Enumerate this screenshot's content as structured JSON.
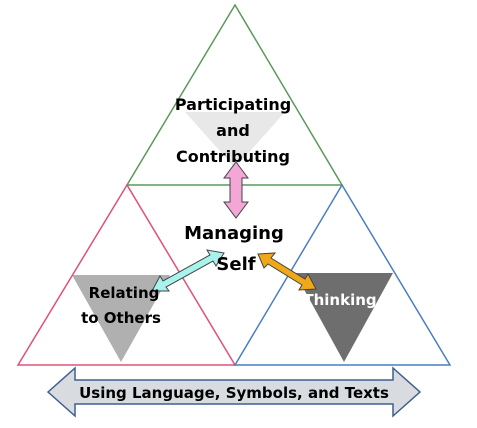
{
  "labels": {
    "top": [
      "Participating",
      "and",
      "Contributing"
    ],
    "center": [
      "Managing",
      "Self"
    ],
    "left": [
      "Relating",
      "to Others"
    ],
    "right": "Thinking",
    "bottom": "Using Language, Symbols, and Texts"
  },
  "colors": {
    "top_outline": "#5a9a5a",
    "left_outline": "#e0507a",
    "right_outline": "#4a7fc0",
    "top_inner": "#e8e8e8",
    "left_inner": "#b0b0b0",
    "right_inner": "#6e6e6e",
    "arrow_up_down": "#f4a6d6",
    "arrow_left": "#a8f4ec",
    "arrow_right": "#f0a818",
    "bottom_arrow_fill": "#d8dbe0",
    "bottom_arrow_stroke": "#3f5f8f"
  }
}
